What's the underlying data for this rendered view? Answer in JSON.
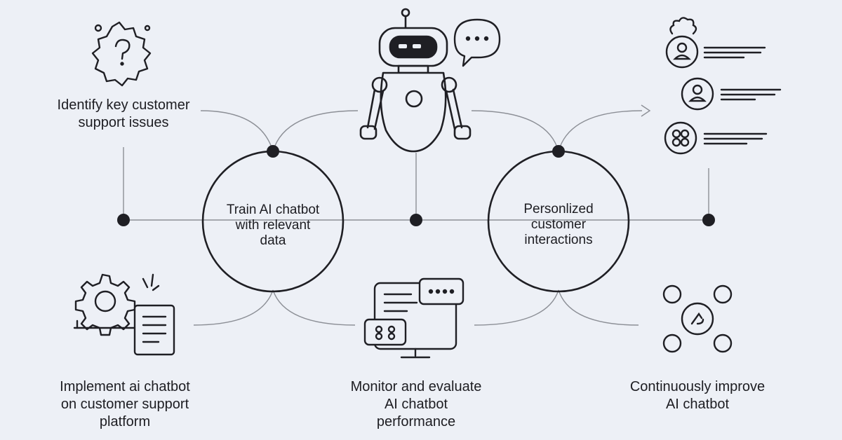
{
  "steps": {
    "identify": "Identify key customer\nsupport issues",
    "train": "Train AI chatbot\nwith relevant\ndata",
    "personalized": "Personlized\ncustomer\ninteractions",
    "implement": "Implement ai chatbot\non customer support\nplatform",
    "monitor": "Monitor and evaluate\nAI chatbot\nperformance",
    "improve": "Continuously improve\nAI chatbot"
  },
  "colors": {
    "background": "#edf0f6",
    "ink": "#1f1f24",
    "line": "#8c8f96"
  },
  "icons": {
    "identify": "gear-question-icon",
    "robot": "robot-icon",
    "chat": "chat-bubble-icon",
    "profiles": "customer-profiles-icon",
    "implement": "agent-document-icon",
    "monitor": "monitor-chat-icon",
    "improve": "network-improve-icon"
  }
}
